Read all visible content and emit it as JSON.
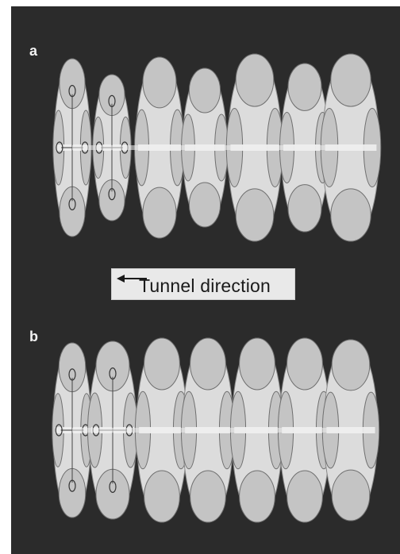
{
  "figure": {
    "panels": [
      {
        "id": "a",
        "label": "a"
      },
      {
        "id": "b",
        "label": "b"
      }
    ],
    "arrow_label": "Tunnel direction",
    "colors": {
      "background": "#2b2b2b",
      "slice_fill": "#dcdcdc",
      "lobe_fill": "#c4c4c4",
      "outline": "#8a8a8a",
      "core": "#efefef"
    }
  }
}
